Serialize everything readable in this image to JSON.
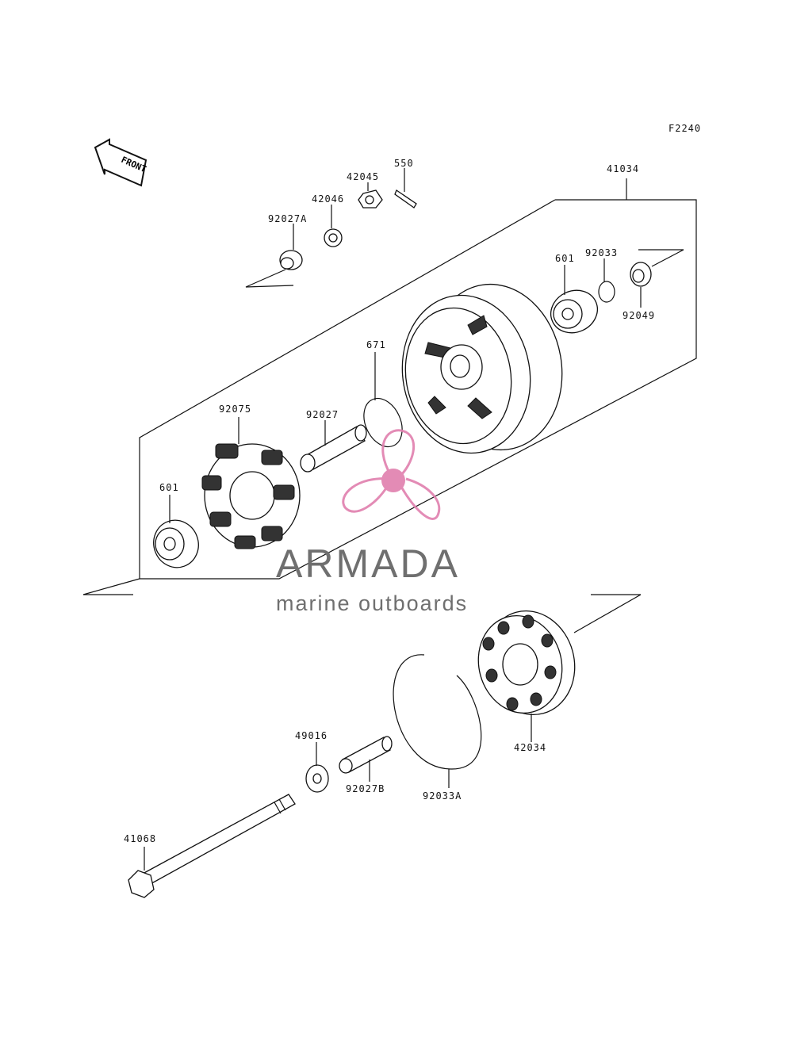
{
  "diagram_code": "F2240",
  "front_arrow_label": "FRONT",
  "parts": {
    "p41034": "41034",
    "p550": "550",
    "p42045": "42045",
    "p42046": "42046",
    "p92027A": "92027A",
    "p601_top": "601",
    "p92033": "92033",
    "p92049": "92049",
    "p671": "671",
    "p92075": "92075",
    "p92027": "92027",
    "p601_left": "601",
    "p42034": "42034",
    "p49016": "49016",
    "p92027B": "92027B",
    "p92033A": "92033A",
    "p41068": "41068"
  },
  "watermark": {
    "brand": "ARMADA",
    "tagline": "marine outboards",
    "color": "#e07fae"
  }
}
